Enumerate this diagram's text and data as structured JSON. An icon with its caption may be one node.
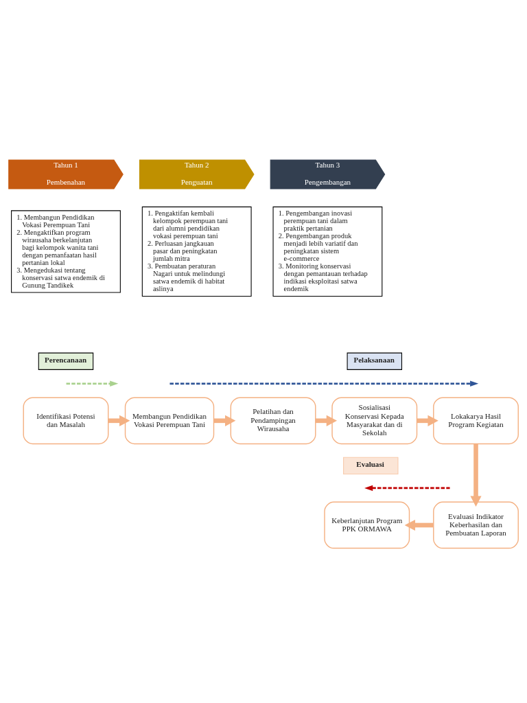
{
  "diagram": {
    "nodes": [
      {
        "text": [
          "Tahun 1",
          "Pembenahan"
        ]
      },
      {
        "text": [
          "Tahun 2",
          "Penguatan"
        ]
      },
      {
        "text": [
          "Tahun 3",
          "Pengembangan"
        ]
      },
      {
        "text": [
          "1. Membangun Pendidikan Vokasi Perempuan Tani",
          "2. Mengaktifkan program wirausaha berkelanjutan bagi kelompok wanita tani dengan pemanfaatan hasil pertanian lokal",
          "3. Mengedukasi tentang konservasi satwa endemik di Gunung Tandikek"
        ]
      },
      {
        "text": [
          "1. Pengaktifan kembali kelompok perempuan tani dari alumni pendidikan vokasi perempuan tani",
          "2. Perluasan jangkauan pasar dan peningkatan jumlah mitra",
          "3. Pembuatan peraturan Nagari untuk melindungi satwa endemik di habitat aslinya"
        ]
      },
      {
        "text": [
          "1. Pengembangan inovasi perempuan tani dalam praktik pertanian",
          "2. Pengembangan produk menjadi lebih variatif dan peningkatan sistem e-commerce",
          "3. Monitoring konservasi dengan pemantauan terhadap indikasi eksploitasi satwa endemik"
        ]
      },
      {
        "text": [
          "Perencanaan"
        ]
      },
      {
        "text": [
          "Pelaksanaan"
        ]
      },
      {
        "text": [
          "Identifikasi Potensi dan Masalah"
        ]
      },
      {
        "text": [
          "Membangun Pendidikan Vokasi Perempuan Tani"
        ]
      },
      {
        "text": [
          "Pelatihan dan Pendampingan Wirausaha"
        ]
      },
      {
        "text": [
          "Sosialisasi Konservasi Kepada Masyarakat dan di Sekolah"
        ]
      },
      {
        "text": [
          "Lokakarya Hasil Program Kegiatan"
        ]
      },
      {
        "text": [
          "Evaluasi"
        ]
      },
      {
        "text": [
          "Keberlanjutan Program PPK ORMAWA"
        ]
      },
      {
        "text": [
          "Evaluasi Indikator Keberhasilan dan Pembuatan Laporan"
        ]
      }
    ],
    "edges": [
      {
        "from": 8,
        "to": 9,
        "arrow": "to"
      },
      {
        "from": 9,
        "to": 10,
        "arrow": "to"
      },
      {
        "from": 10,
        "to": 11,
        "arrow": "to"
      },
      {
        "from": 11,
        "to": 12,
        "arrow": "to"
      },
      {
        "from": 12,
        "to": 15,
        "arrow": "to"
      },
      {
        "from": 15,
        "to": 14,
        "arrow": "to"
      }
    ]
  }
}
